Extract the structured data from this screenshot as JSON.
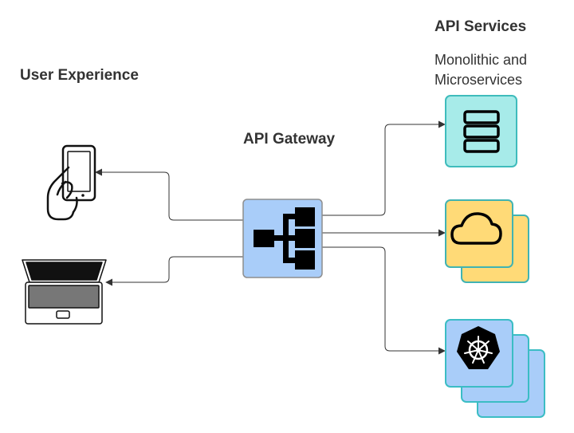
{
  "labels": {
    "user_experience": "User Experience",
    "api_gateway": "API Gateway",
    "api_services": "API Services",
    "api_services_sub_line1": "Monolithic and",
    "api_services_sub_line2": "Microservices"
  },
  "colors": {
    "gateway_fill": "#a9cdf9",
    "server_fill": "#a7ebe9",
    "server_stroke": "#3fbcbc",
    "cloud_fill": "#ffda77",
    "cloud_stroke": "#40b3b3",
    "k8s_fill": "#a9cdf9",
    "k8s_stroke": "#3bbdc4",
    "line": "#333333"
  },
  "icons": {
    "mobile": "phone-hand-icon",
    "laptop": "laptop-icon",
    "gateway": "tree-hierarchy-icon",
    "server": "server-stack-icon",
    "cloud": "cloud-icon",
    "kubernetes": "kubernetes-helm-icon"
  }
}
